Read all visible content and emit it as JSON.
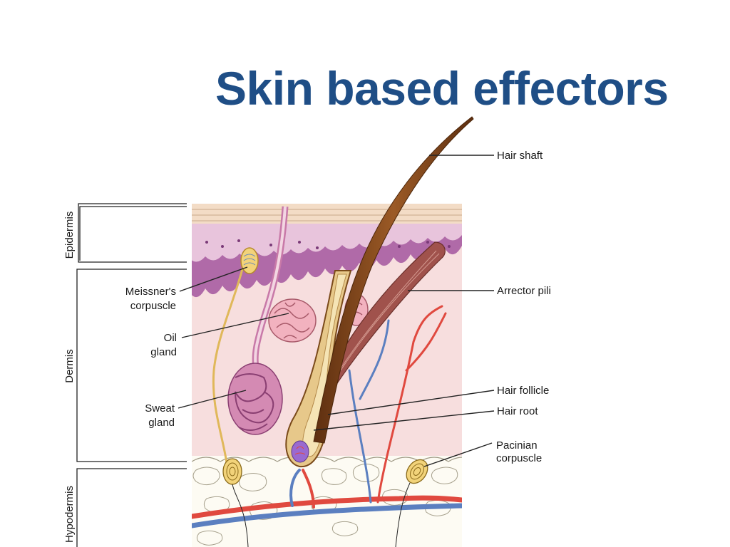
{
  "slide": {
    "title": "Skin based effectors"
  },
  "layers": {
    "epidermis": "Epidermis",
    "dermis": "Dermis",
    "hypodermis": "Hypodermis"
  },
  "labels": {
    "hair_shaft": "Hair shaft",
    "arrector_pili": "Arrector pili",
    "hair_follicle": "Hair follicle",
    "hair_root": "Hair root",
    "pacinian_line1": "Pacinian",
    "pacinian_line2": "corpuscle",
    "meissner_line1": "Meissner's",
    "meissner_line2": "corpuscle",
    "oil_line1": "Oil",
    "oil_line2": "gland",
    "sweat_line1": "Sweat",
    "sweat_line2": "gland"
  },
  "colors": {
    "title": "#1f4e86",
    "epidermis_top": "#f3dcc6",
    "epidermis_purple": "#b06aa8",
    "dermis": "#f7dede",
    "hypodermis_fat": "#fdfbf3",
    "artery": "#e0493f",
    "vein": "#5b7fc0",
    "hair": "#8a4a1c",
    "gland": "#e39ab1",
    "sweat_gland": "#c879a8",
    "muscle": "#a0524c",
    "nerve": "#e0b85a"
  }
}
